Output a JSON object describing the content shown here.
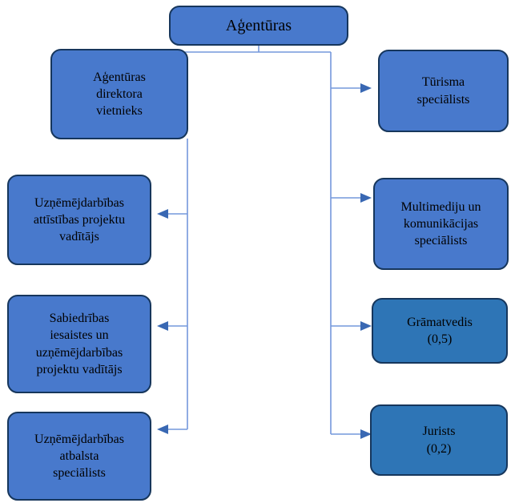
{
  "diagram": {
    "type": "org-chart",
    "root": {
      "lines": [
        "Aģentūras"
      ]
    },
    "deputy": {
      "lines": [
        "Aģentūras",
        "direktora",
        "vietnieks"
      ]
    },
    "left_branch": [
      {
        "lines": [
          "Uzņēmējdarbības",
          "attīstības projektu",
          "vadītājs"
        ]
      },
      {
        "lines": [
          "Sabiedrības",
          "iesaistes un",
          "uzņēmējdarbības",
          "projektu vadītājs"
        ]
      },
      {
        "lines": [
          "Uzņēmējdarbības",
          "atbalsta",
          "speciālists"
        ]
      }
    ],
    "right_branch": [
      {
        "lines": [
          "Tūrisma",
          "speciālists"
        ],
        "accent": false
      },
      {
        "lines": [
          "Multimediju un",
          "komunikācijas",
          "speciālists"
        ],
        "accent": false
      },
      {
        "lines": [
          "Grāmatvedis",
          "(0,5)"
        ],
        "accent": true
      },
      {
        "lines": [
          "Jurists",
          "(0,2)"
        ],
        "accent": true
      }
    ],
    "colors": {
      "node_fill": "#4879CC",
      "node_fill_accent": "#2E75B6",
      "node_border": "#16365C",
      "connector": "#7498DC",
      "arrowhead": "#3968B3"
    }
  }
}
